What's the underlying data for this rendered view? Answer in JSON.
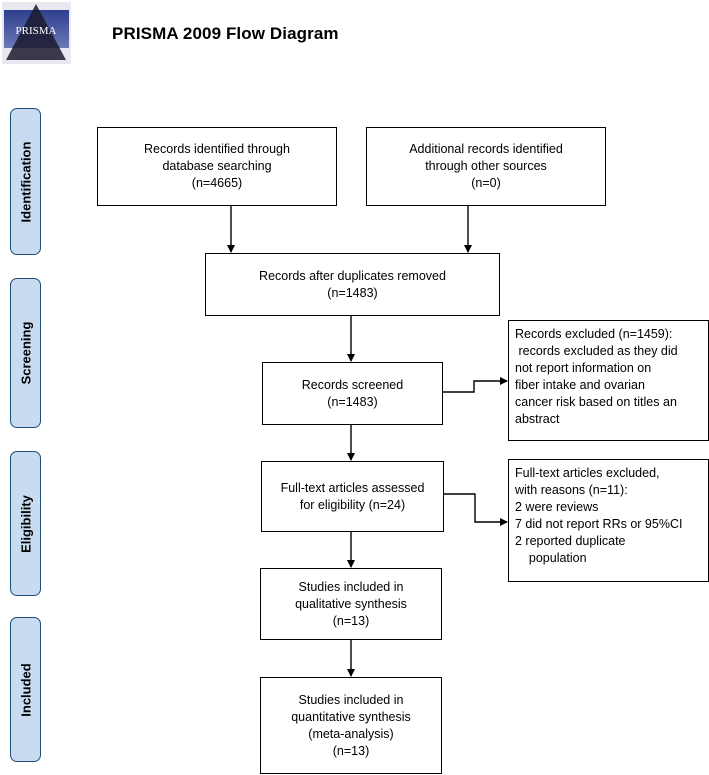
{
  "header": {
    "logo_text": "PRISMA",
    "title": "PRISMA 2009 Flow Diagram"
  },
  "phases": {
    "identification": "Identification",
    "screening": "Screening",
    "eligibility": "Eligibility",
    "included": "Included"
  },
  "boxes": {
    "database_search": [
      "Records identified through",
      "database searching",
      "(n=4665)"
    ],
    "other_sources": [
      "Additional records identified",
      "through other sources",
      "(n=0)"
    ],
    "after_duplicates": [
      "Records after duplicates removed",
      "(n=1483)"
    ],
    "screened": [
      "Records screened",
      "(n=1483)"
    ],
    "excluded_screening": [
      "Records excluded (n=1459):",
      " records excluded as they did",
      "not report information on",
      "fiber intake and ovarian",
      "cancer risk based on titles an",
      "abstract"
    ],
    "fulltext_assessed": [
      "Full-text articles assessed",
      "for eligibility (n=24)"
    ],
    "fulltext_excluded": [
      "Full-text articles excluded,",
      "with reasons (n=11):",
      "2 were reviews",
      "7 did not report RRs or 95%CI",
      "2 reported duplicate",
      "    population"
    ],
    "qualitative": [
      "Studies included in",
      "qualitative synthesis",
      "(n=13)"
    ],
    "quantitative": [
      "Studies included in",
      "quantitative synthesis",
      "(meta-analysis)",
      "(n=13)"
    ]
  }
}
